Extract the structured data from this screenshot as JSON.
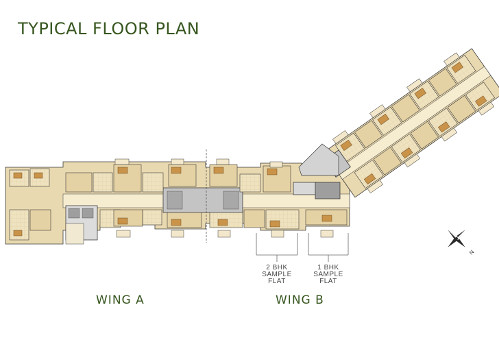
{
  "title": "TYPICAL FLOOR PLAN",
  "wings": [
    {
      "label": "WING A"
    },
    {
      "label": "WING B"
    }
  ],
  "sample_flats": [
    {
      "line1": "2 BHK",
      "line2": "SAMPLE",
      "line3": "FLAT"
    },
    {
      "line1": "1 BHK",
      "line2": "SAMPLE",
      "line3": "FLAT"
    }
  ],
  "compass": {
    "label": "N",
    "icon": "compass-rose-icon"
  },
  "colors": {
    "title": "#37561f",
    "floor": "#e9d9b0",
    "corridor": "#f3e6c2",
    "core": "#bdbdbd",
    "outline": "#3a3a3a",
    "wood": "#c9934a"
  }
}
